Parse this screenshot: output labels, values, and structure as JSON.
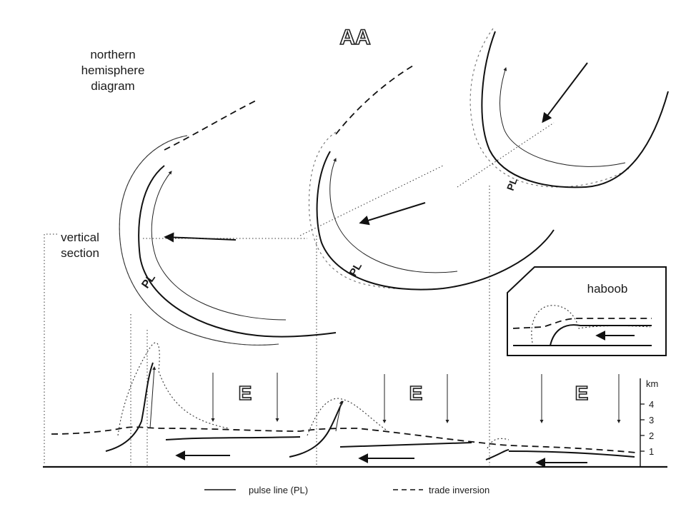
{
  "top_title": "AA",
  "hemisphere_label": [
    "northern",
    "hemisphere",
    "diagram"
  ],
  "section_label": [
    "vertical",
    "section"
  ],
  "front_label": "PL",
  "subsidence_label": "E",
  "inset": {
    "title": "haboob"
  },
  "height_axis": {
    "unit": "km",
    "ticks": [
      "4",
      "3",
      "2",
      "1"
    ]
  },
  "legend": {
    "pulse_line": "pulse line (PL)",
    "trade_inversion": "trade inversion"
  }
}
